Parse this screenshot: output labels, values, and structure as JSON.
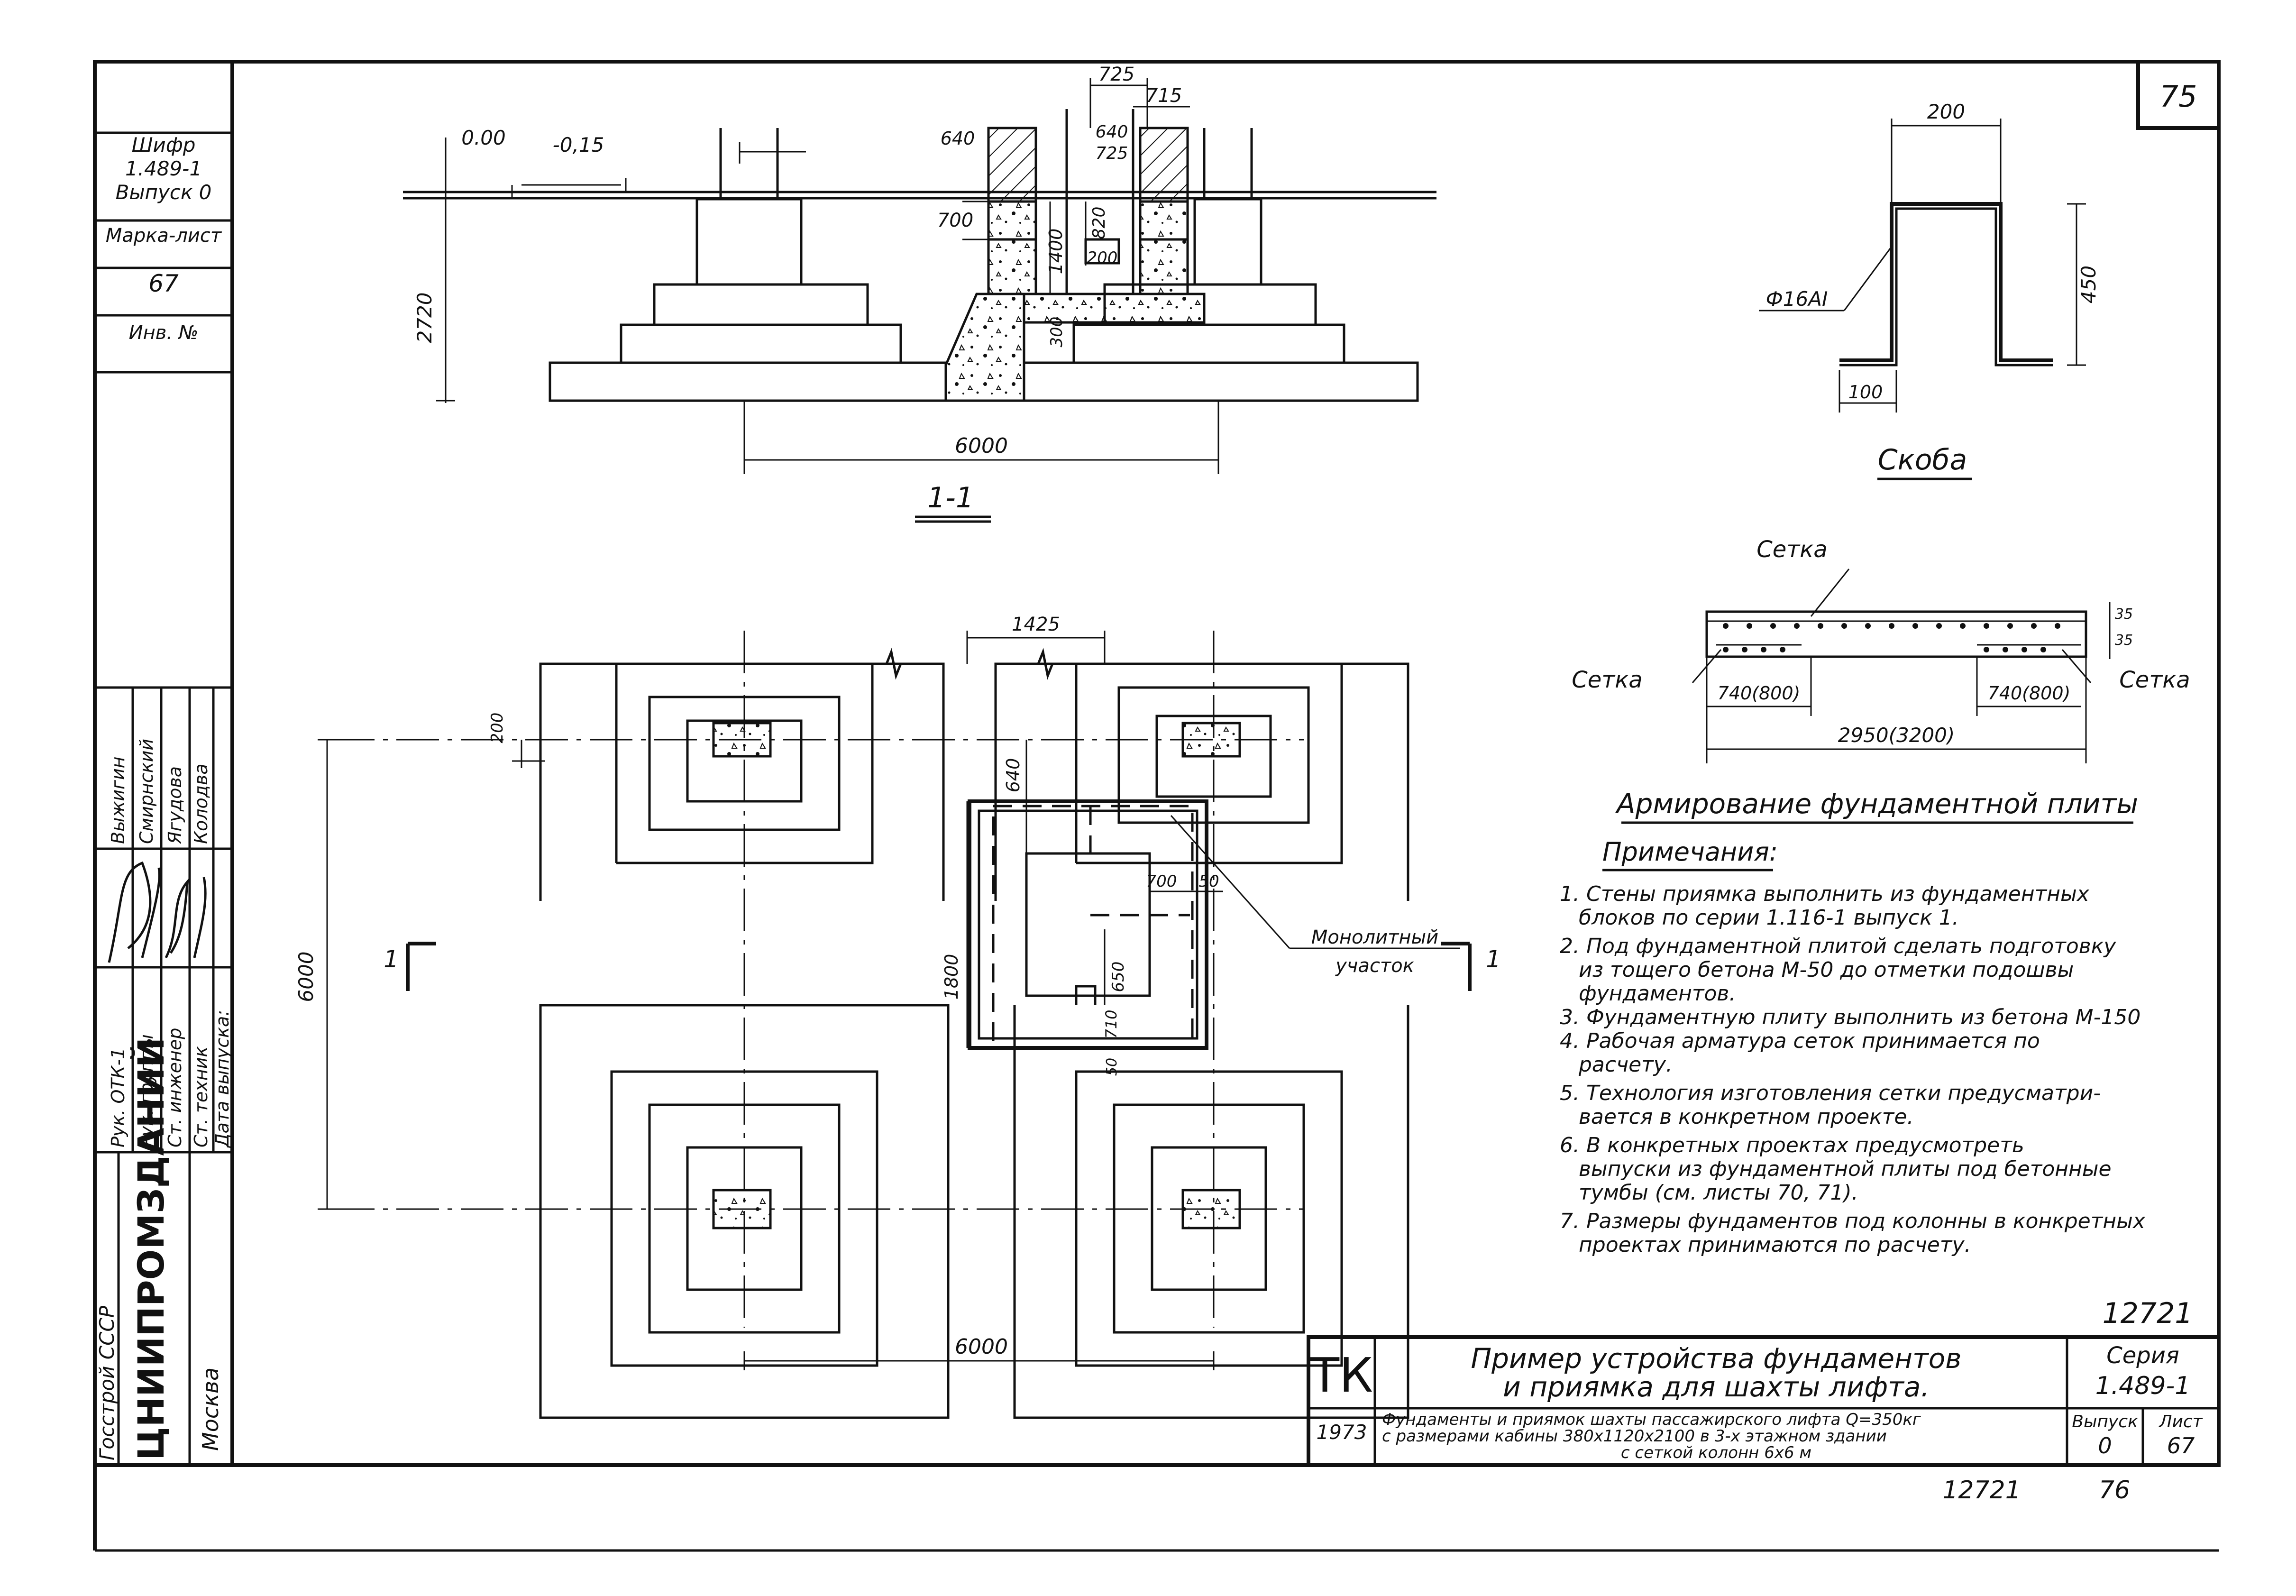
{
  "page_number": "75",
  "left_stamp": {
    "cipher_label": "Шифр",
    "series": "1.489-1",
    "issue": "Выпуск 0",
    "mark_sheet_label": "Марка-лист",
    "mark_sheet_value": "67",
    "inv_label": "Инв. №",
    "roles": [
      "Рук. ОТК-1",
      "Рук. группы",
      "Ст. инженер",
      "Ст. техник",
      "Дата выпуска:"
    ],
    "names": [
      "Выжигин",
      "Смирнский",
      "Ягудова",
      "Колодва"
    ],
    "org_line1": "Госстрой СССР",
    "org_line2": "ЦНИИПРОМЗДАНИЙ",
    "org_line3": "Москва"
  },
  "section": {
    "label": "1-1",
    "elev_0": "0.00",
    "elev_1": "-0,15",
    "h_total": "2720",
    "d_725": "725",
    "d_715": "715",
    "d_640a": "640",
    "d_640b": "640",
    "d_725b": "725",
    "d_700": "700",
    "d_1400": "1400",
    "d_820": "820",
    "d_200": "200",
    "d_300": "300",
    "span": "6000"
  },
  "plan": {
    "d_1425": "1425",
    "d_200": "200",
    "d_640": "640",
    "d_700": "700",
    "d_50a": "50",
    "d_1800": "1800",
    "d_650": "650",
    "d_710": "710",
    "d_50b": "50",
    "d_6000v": "6000",
    "d_6000h": "6000",
    "cut_1a": "1",
    "cut_1b": "1",
    "monolith_1": "Монолитный",
    "monolith_2": "участок"
  },
  "bracket": {
    "title": "Скоба",
    "rebar": "Ф16АI",
    "w": "200",
    "h": "450",
    "leg": "100"
  },
  "slab": {
    "mesh_top": "Сетка",
    "mesh_left": "Сетка",
    "mesh_right": "Сетка",
    "d_35a": "35",
    "d_35b": "35",
    "d_left": "740(800)",
    "d_right": "740(800)",
    "d_total": "2950(3200)",
    "caption": "Армирование фундаментной плиты"
  },
  "notes": {
    "title": "Примечания:",
    "lines": [
      "1. Стены приямка выполнить из фундаментных",
      "блоков по серии 1.116-1 выпуск 1.",
      "2. Под фундаментной плитой сделать подготовку",
      "из тощего бетона М-50 до отметки подошвы",
      "фундаментов.",
      "3. Фундаментную плиту выполнить из бетона М-150",
      "4. Рабочая арматура сеток принимается по",
      "расчету.",
      "5. Технология изготовления сетки предусматри-",
      "вается в конкретном проекте.",
      "6. В конкретных проектах предусмотреть",
      "выпуски из фундаментной плиты под бетонные",
      "тумбы (см. листы 70, 71).",
      "7. Размеры фундаментов под колонны в конкретных",
      "проектах принимаются по расчету."
    ]
  },
  "title_block": {
    "code": "ТК",
    "number_top": "12721",
    "title_1": "Пример устройства фундаментов",
    "title_2": "и приямка для шахты лифта.",
    "series_label": "Серия",
    "series_value": "1.489-1",
    "year": "1973",
    "desc_1": "Фундаменты и приямок шахты пассажирского лифта Q=350кг",
    "desc_2": "с размерами кабины 380х1120х2100 в 3-х этажном здании",
    "desc_3": "с сеткой колонн 6х6 м",
    "issue_label": "Выпуск",
    "issue_value": "0",
    "sheet_label": "Лист",
    "sheet_value": "67",
    "bottom_number": "12721",
    "bottom_page": "76"
  }
}
